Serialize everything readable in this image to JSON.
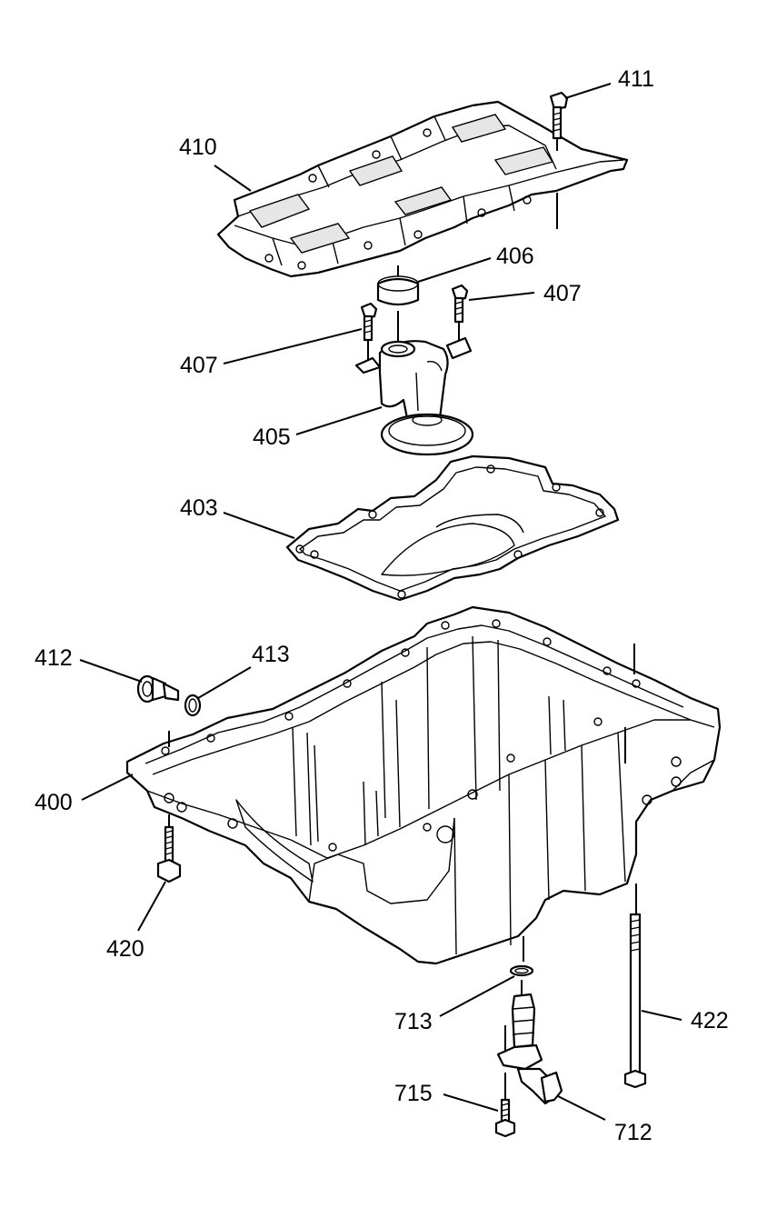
{
  "callouts": {
    "c411": "411",
    "c410": "410",
    "c406": "406",
    "c407_right": "407",
    "c407_left": "407",
    "c405": "405",
    "c403": "403",
    "c412": "412",
    "c413": "413",
    "c400": "400",
    "c420": "420",
    "c713": "713",
    "c422": "422",
    "c715": "715",
    "c712": "712"
  },
  "parts": [
    {
      "id": "400",
      "name": "oil-pan"
    },
    {
      "id": "403",
      "name": "oil-pan-gasket"
    },
    {
      "id": "405",
      "name": "oil-pump-screen"
    },
    {
      "id": "406",
      "name": "seal"
    },
    {
      "id": "407",
      "name": "bolt"
    },
    {
      "id": "410",
      "name": "oil-deflector"
    },
    {
      "id": "411",
      "name": "bolt"
    },
    {
      "id": "412",
      "name": "drain-plug"
    },
    {
      "id": "413",
      "name": "drain-plug-seal"
    },
    {
      "id": "420",
      "name": "bolt"
    },
    {
      "id": "422",
      "name": "stud-bolt"
    },
    {
      "id": "712",
      "name": "oil-level-sensor"
    },
    {
      "id": "713",
      "name": "o-ring"
    },
    {
      "id": "715",
      "name": "bolt"
    }
  ]
}
